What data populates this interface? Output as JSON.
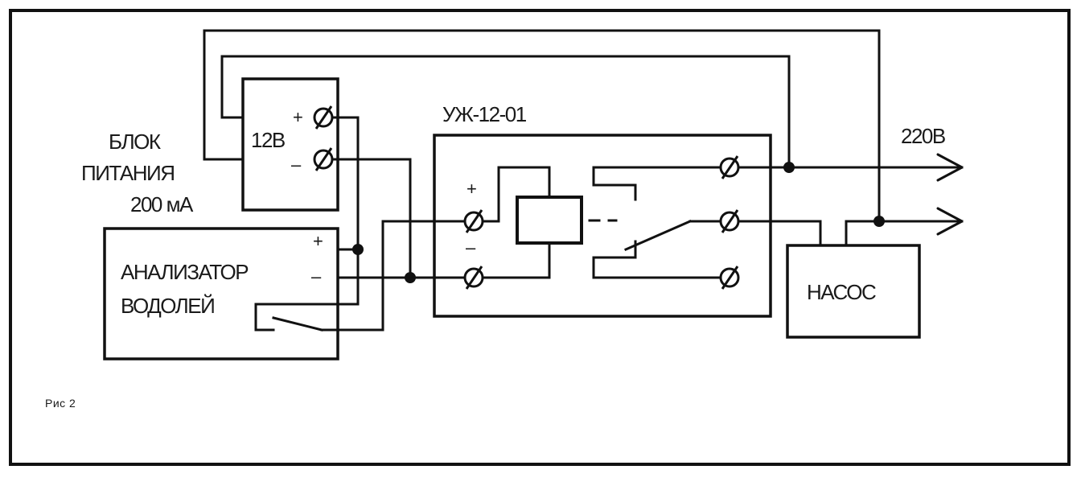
{
  "labels": {
    "power_unit_title_line1": "БЛОК",
    "power_unit_title_line2": "ПИТАНИЯ",
    "power_unit_current": "200 мА",
    "power_unit_voltage": "12В",
    "controller_name": "УЖ-12-01",
    "analyzer_line1": "АНАЛИЗАТОР",
    "analyzer_line2": "ВОДОЛЕЙ",
    "pump_label": "НАСОС",
    "mains_voltage": "220В",
    "figure_caption": "Рис 2",
    "plus": "+",
    "minus": "–"
  }
}
